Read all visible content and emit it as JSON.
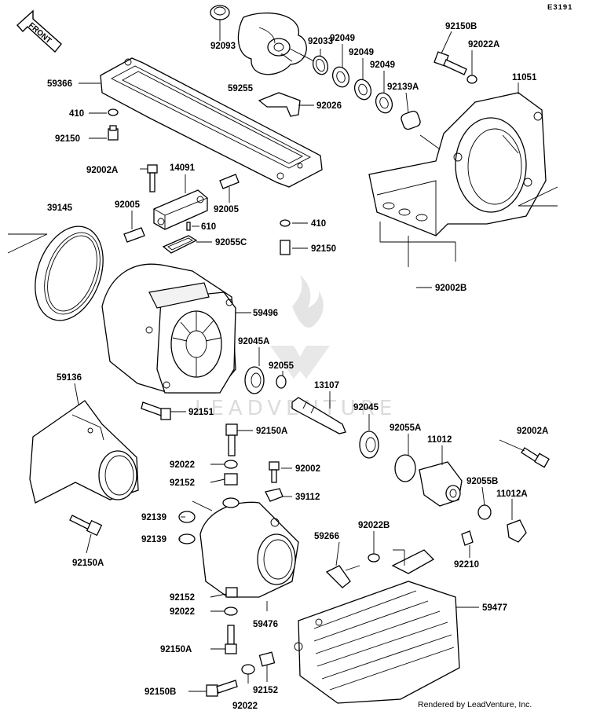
{
  "diagram_id": "E3191",
  "front_arrow_label": "FRONT",
  "credit": "Rendered by LeadVenture, Inc.",
  "watermark": "LEADVENTURE",
  "part_labels": [
    "92093",
    "92033",
    "92049",
    "92049",
    "92049",
    "92139A",
    "92150B",
    "92022A",
    "59366",
    "59255",
    "92026",
    "11051",
    "410",
    "92150",
    "92002A",
    "14091",
    "39145",
    "92005",
    "92005",
    "610",
    "410",
    "92150",
    "92055C",
    "92002B",
    "59496",
    "92045A",
    "92055",
    "13107",
    "59136",
    "92151",
    "92045",
    "92055A",
    "11012",
    "92002A",
    "92150A",
    "92022",
    "92002",
    "92152",
    "39112",
    "92055B",
    "11012A",
    "92139",
    "92139",
    "92022B",
    "59266",
    "92210",
    "92150A",
    "92152",
    "92022",
    "59476",
    "59477",
    "92150A",
    "92152",
    "92150B",
    "92022"
  ],
  "colors": {
    "line": "#000000",
    "background": "#ffffff",
    "watermark": "#d8d8d8"
  }
}
